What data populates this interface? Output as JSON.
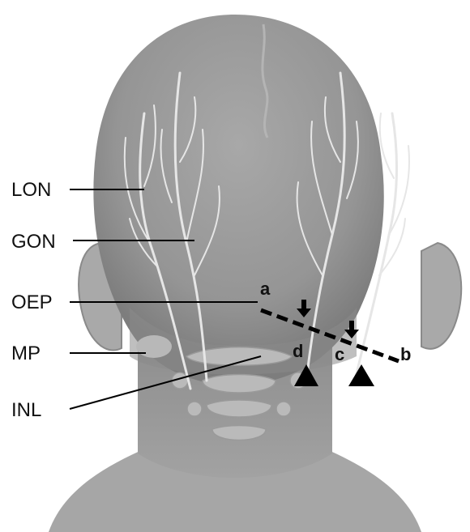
{
  "figure": {
    "left_labels": [
      "LON",
      "GON",
      "OEP",
      "MP",
      "INL"
    ],
    "points": [
      "a",
      "b",
      "c",
      "d"
    ]
  },
  "colors": {
    "background": "#ffffff",
    "skin": "#9a9a9a",
    "skin_dark": "#7e7e7e",
    "nerve": "#e4e4e4",
    "bone": "#b6b6b6",
    "annotation": "#000000"
  },
  "icons": {
    "arrow": "down-arrow-icon",
    "triangle": "triangle-up-icon"
  }
}
